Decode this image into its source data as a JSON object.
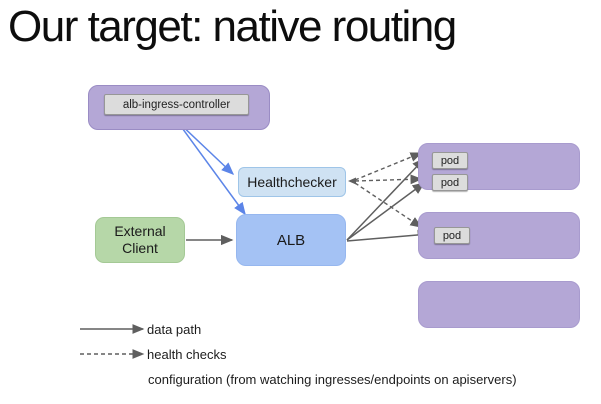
{
  "title": "Our target: native routing",
  "diagram": {
    "ingress_controller_label": "alb-ingress-controller",
    "healthchecker_label": "Healthchecker",
    "external_client_line1": "External",
    "external_client_line2": "Client",
    "alb_label": "ALB",
    "pod_groups": [
      {
        "name": "pod-group-top",
        "pods": [
          "pod",
          "pod"
        ]
      },
      {
        "name": "pod-group-middle",
        "pods": [
          "pod"
        ]
      },
      {
        "name": "pod-group-bottom",
        "pods": []
      }
    ]
  },
  "legend": {
    "data_path_label": "data path",
    "health_checks_label": "health checks",
    "configuration_label": "configuration (from watching ingresses/endpoints on apiservers)"
  },
  "colors": {
    "purple_box": "#b4a7d6",
    "blue_box": "#a4c2f4",
    "light_blue_box": "#cfe2f3",
    "green_box": "#b6d7a8",
    "grey_label": "#dcdcdc",
    "blue_arrow": "#5c85e8",
    "grey_arrow": "#5f5f5f"
  }
}
